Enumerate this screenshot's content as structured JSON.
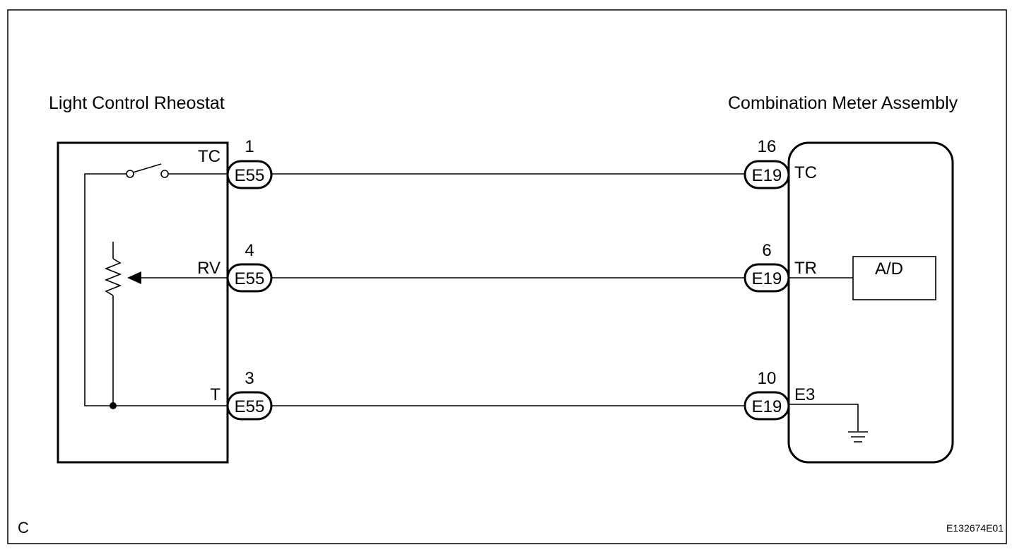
{
  "corner_letter": "C",
  "figure_id": "E132674E01",
  "left_component": {
    "title": "Light Control Rheostat",
    "terminals": [
      {
        "name": "TC",
        "pin": "1",
        "connector": "E55"
      },
      {
        "name": "RV",
        "pin": "4",
        "connector": "E55"
      },
      {
        "name": "T",
        "pin": "3",
        "connector": "E55"
      }
    ]
  },
  "right_component": {
    "title": "Combination Meter Assembly",
    "terminals": [
      {
        "name": "TC",
        "pin": "16",
        "connector": "E19"
      },
      {
        "name": "TR",
        "pin": "6",
        "connector": "E19"
      },
      {
        "name": "E3",
        "pin": "10",
        "connector": "E19"
      }
    ],
    "internal_block": "A/D"
  }
}
